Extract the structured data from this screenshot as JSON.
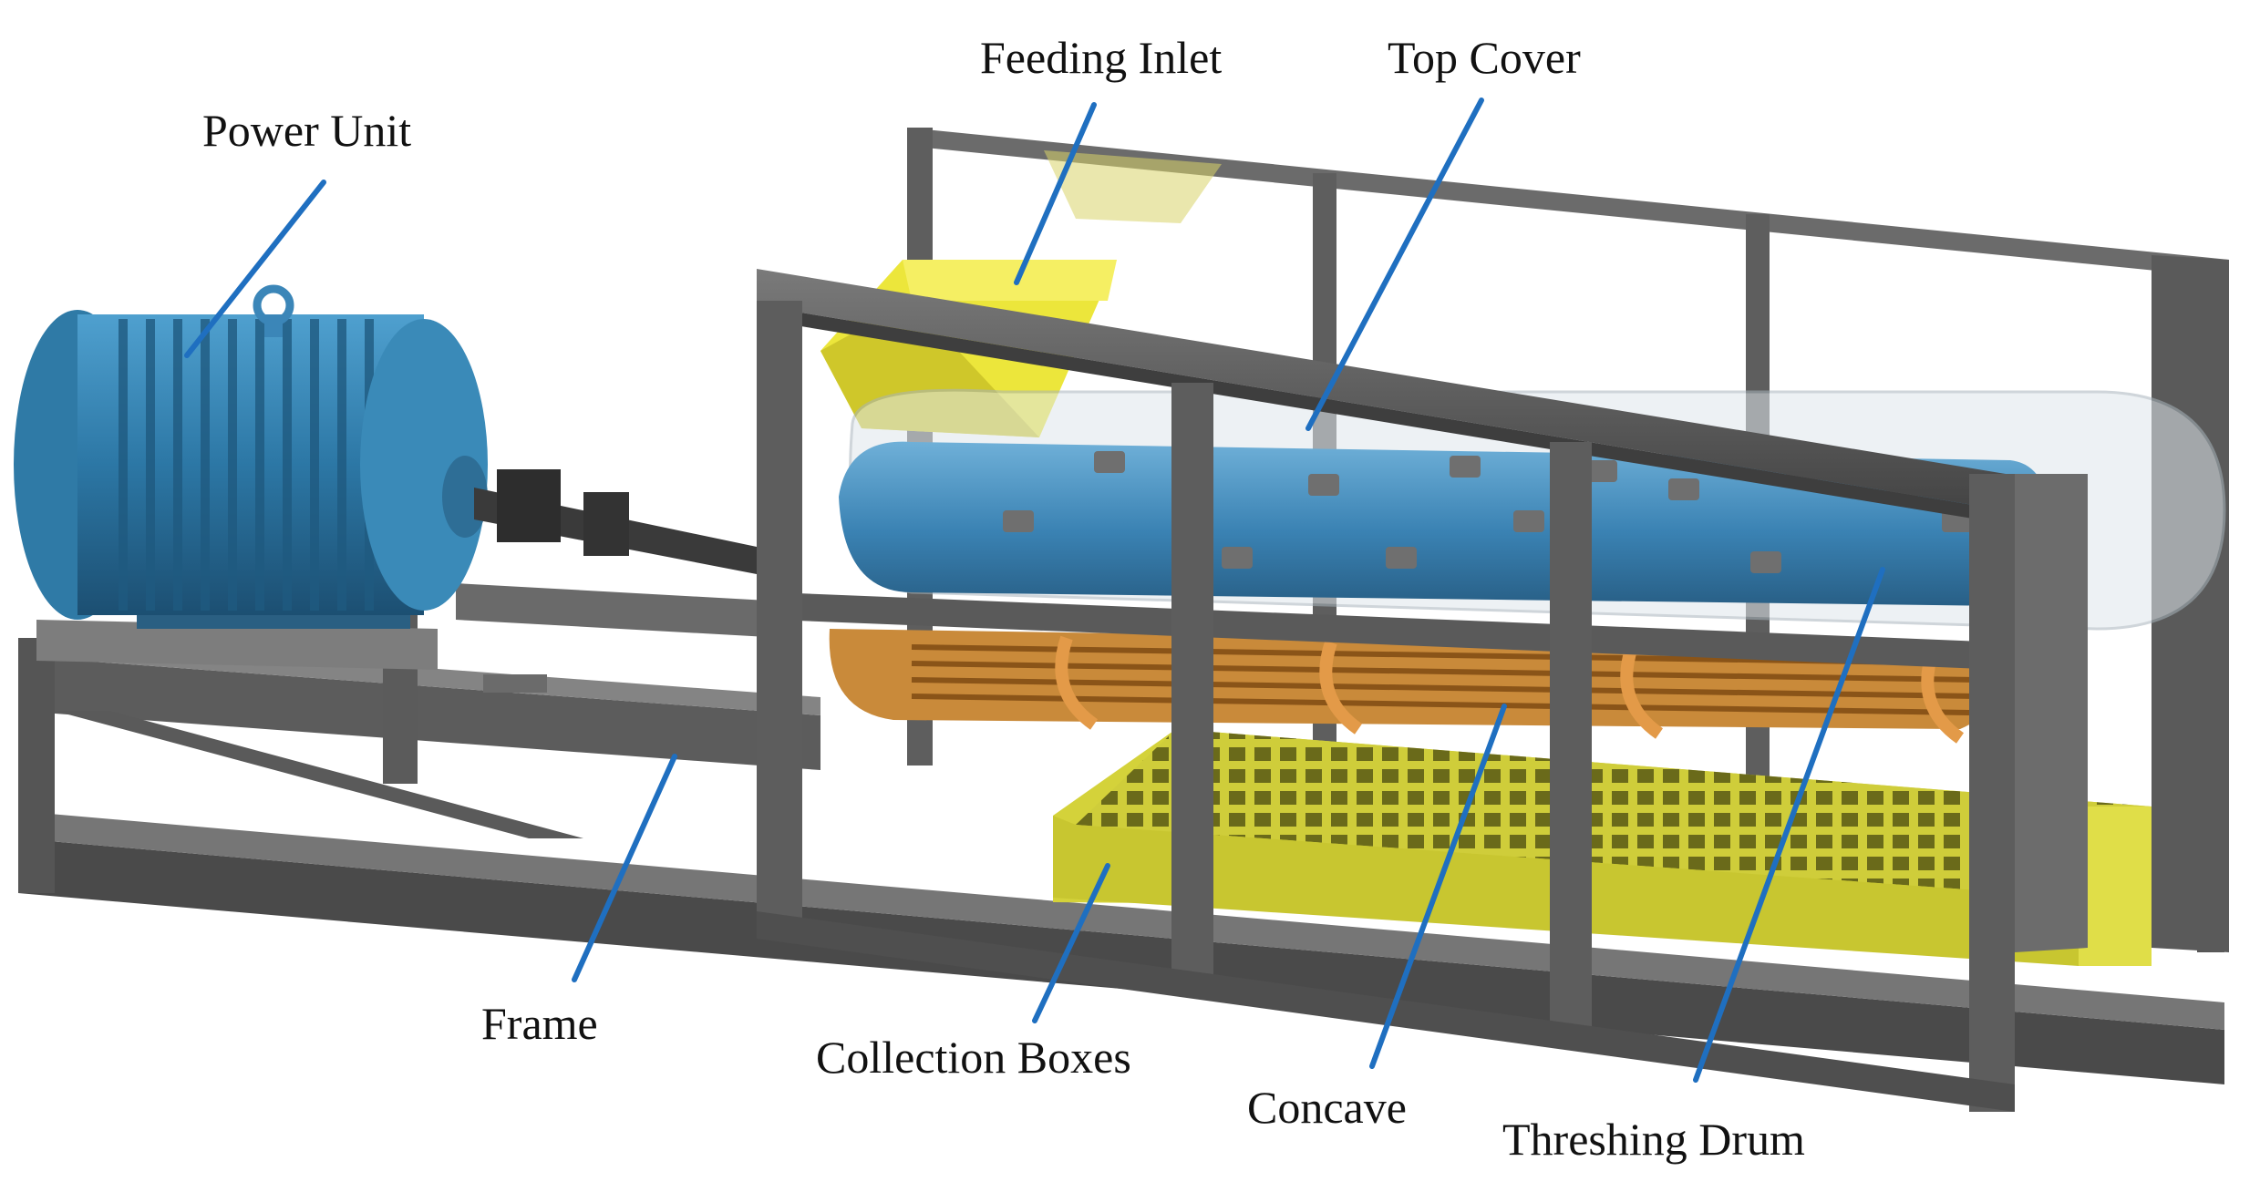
{
  "labels": {
    "power_unit": "Power Unit",
    "feeding_inlet": "Feeding Inlet",
    "top_cover": "Top Cover",
    "frame": "Frame",
    "collection_boxes": "Collection Boxes",
    "concave": "Concave",
    "threshing_drum": "Threshing Drum"
  },
  "colors": {
    "leader_line": "#1f6fc0",
    "frame_steel": "#5a5a5a",
    "motor": "#2f7aa6",
    "hopper": "#e8e23a",
    "concave": "#c97a2a",
    "drum": "#3b86b8",
    "collection_box": "#d9d84a"
  }
}
